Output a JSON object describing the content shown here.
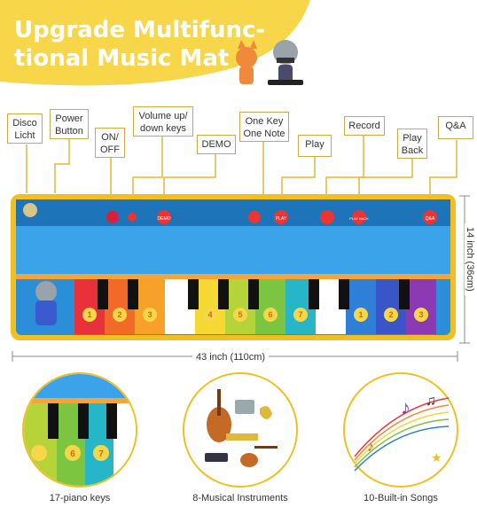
{
  "header": {
    "title_line1": "Upgrade Multifunc-",
    "title_line2": "tional Music Mat"
  },
  "labels": [
    {
      "id": "disco",
      "text": "Disco\nLicht"
    },
    {
      "id": "power",
      "text": "Power\nButton"
    },
    {
      "id": "onoff",
      "text": "ON/\nOFF"
    },
    {
      "id": "volume",
      "text": "Volume up/\ndown keys"
    },
    {
      "id": "demo",
      "text": "DEMO"
    },
    {
      "id": "onekey",
      "text": "One Key\nOne Note"
    },
    {
      "id": "play",
      "text": "Play"
    },
    {
      "id": "record",
      "text": "Record"
    },
    {
      "id": "playback",
      "text": "Play\nBack"
    },
    {
      "id": "qa",
      "text": "Q&A"
    }
  ],
  "mat": {
    "buttons": [
      "DEMO",
      "PLAY",
      "PLAY BACK",
      "Q&A"
    ],
    "key_numbers": [
      "1",
      "2",
      "3",
      "4",
      "5",
      "6",
      "7",
      "1",
      "2",
      "3"
    ]
  },
  "dimensions": {
    "width": "43 inch (110cm)",
    "height": "14 inch (36cm)"
  },
  "captions": [
    {
      "id": "keys",
      "text": "17-piano keys"
    },
    {
      "id": "instruments",
      "text": "8-Musical Instruments"
    },
    {
      "id": "songs",
      "text": "10-Built-in Songs"
    }
  ],
  "colors": {
    "accent": "#f7d64a",
    "mat_border": "#f0c020",
    "mat_bg": "#2a8fd8",
    "title": "#ffffff"
  }
}
